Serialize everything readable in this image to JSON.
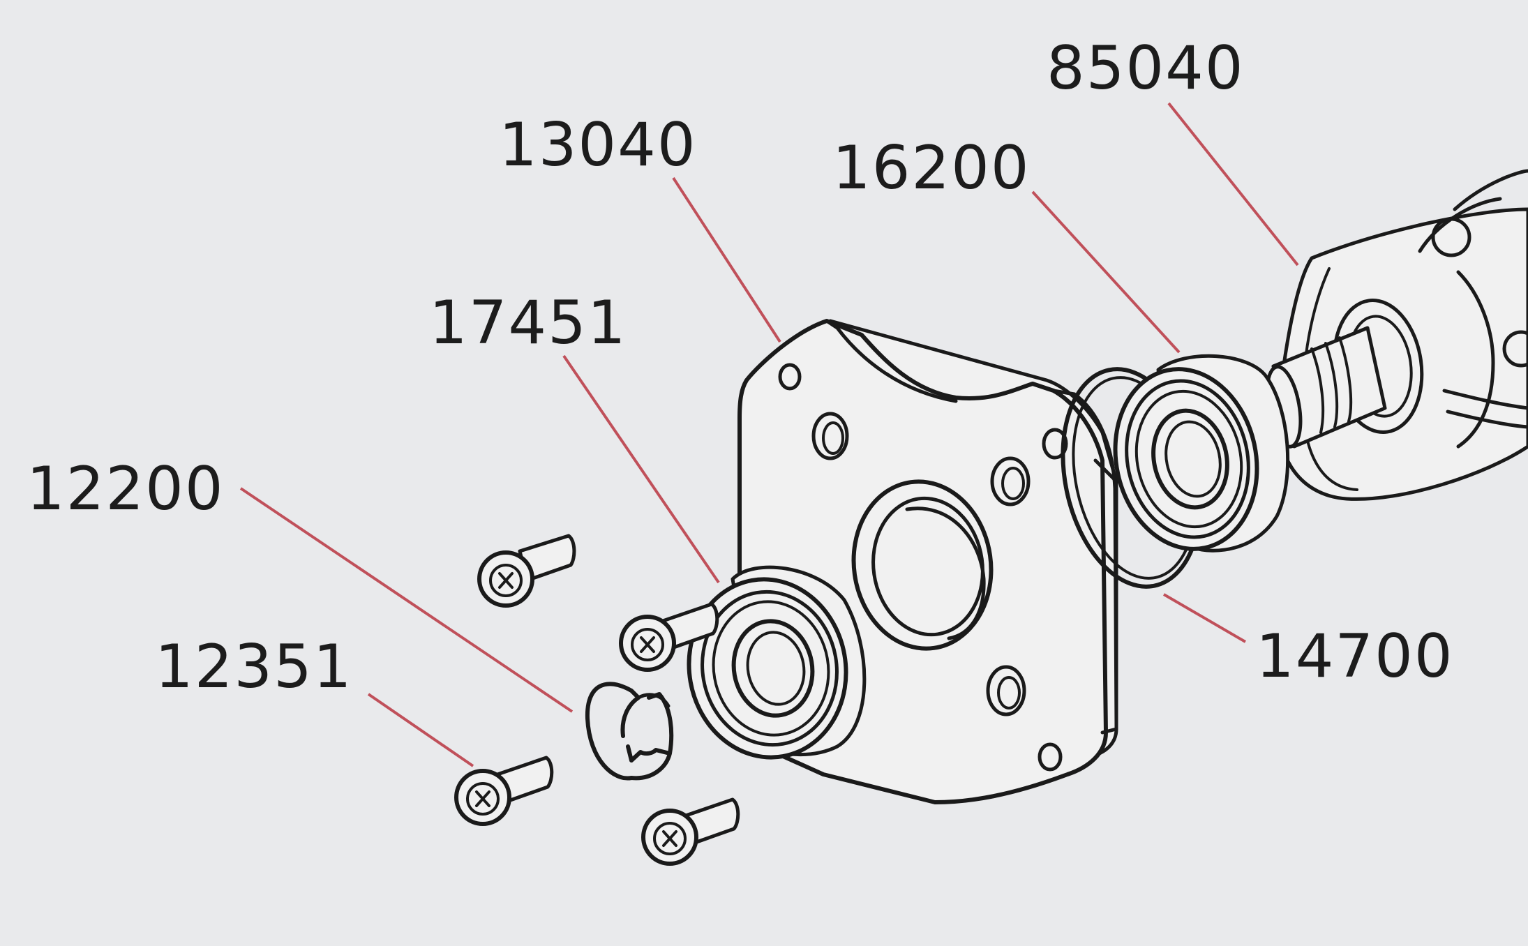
{
  "callouts": {
    "p85040": "85040",
    "p13040": "13040",
    "p16200": "16200",
    "p17451": "17451",
    "p12200": "12200",
    "p12351": "12351",
    "p14700": "14700"
  },
  "colors": {
    "background": "#e9eaec",
    "leader_line": "#c0505a",
    "ink": "#1a1a1a"
  }
}
